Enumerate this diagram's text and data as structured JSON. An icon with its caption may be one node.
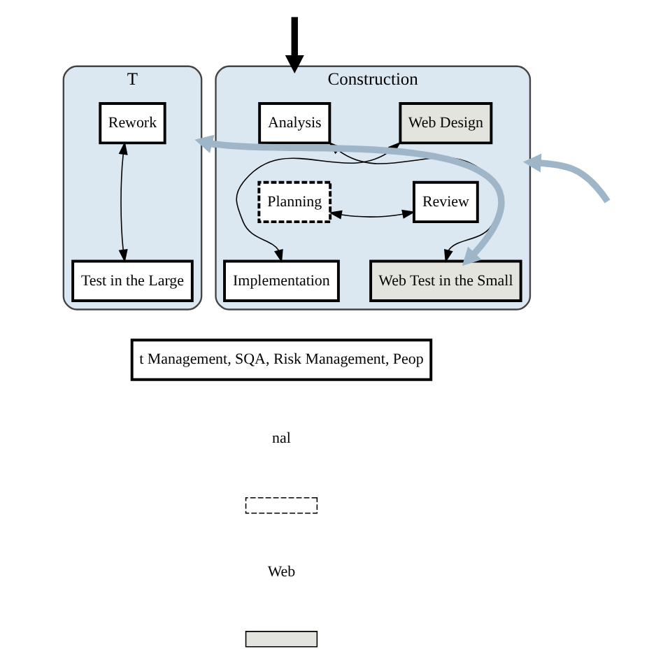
{
  "diagram": {
    "nodes": [
      {
        "text": [
          "Construction"
        ]
      },
      {
        "text": [
          "Analysis"
        ],
        "in": 0
      },
      {
        "text": [
          "Web Design"
        ],
        "in": 0
      },
      {
        "text": [
          "Planning"
        ],
        "in": 0
      },
      {
        "text": [
          "Review"
        ],
        "in": 0
      },
      {
        "text": [
          "Implementation"
        ],
        "in": 0
      },
      {
        "text": [
          "Web Test in the Small"
        ],
        "in": 0
      },
      {
        "text": [
          "T"
        ]
      },
      {
        "text": [
          "Rework"
        ],
        "in": 7
      },
      {
        "text": [
          "Test in the Large"
        ],
        "in": 7
      },
      {
        "text": [
          "t Management, SQA, Risk Management, Peop"
        ]
      }
    ],
    "edges": [
      {
        "from": null,
        "to": 0,
        "arrow": "to",
        "style": "thick",
        "color": "#9fb6c8"
      },
      {
        "from": null,
        "to": 0,
        "arrow": "to",
        "style": "thick"
      },
      {
        "from": 1,
        "to": 6,
        "arrow": "both"
      },
      {
        "from": 2,
        "to": 5,
        "arrow": "both"
      },
      {
        "from": 3,
        "to": 4,
        "arrow": "both"
      },
      {
        "from": 0,
        "to": 7,
        "arrow": "to",
        "style": "thick",
        "color": "#9fb6c8"
      },
      {
        "from": 7,
        "to": 6,
        "arrow": "to",
        "style": "thick",
        "color": "#9fb6c8"
      },
      {
        "from": 8,
        "to": 9,
        "arrow": "both"
      }
    ],
    "legend": [
      {
        "text": "nal"
      },
      {
        "text": "Web",
        "color": "#e4e4de"
      }
    ]
  }
}
